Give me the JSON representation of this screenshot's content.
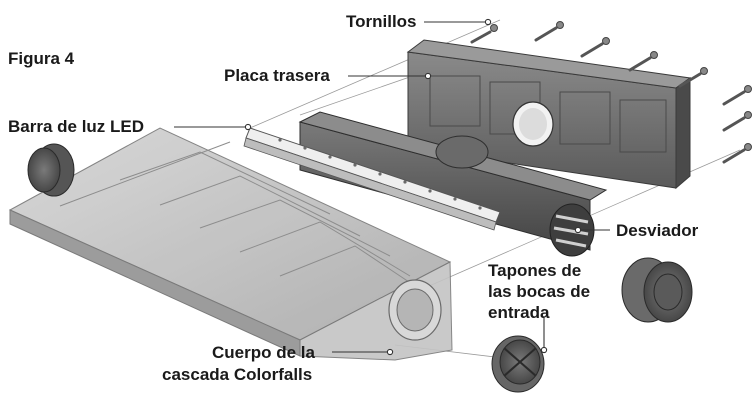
{
  "figure": {
    "title": "Figura 4",
    "labels": {
      "screws": "Tornillos",
      "back_plate": "Placa trasera",
      "led_bar": "Barra de luz LED",
      "diverter": "Desviador",
      "plugs_line1": "Tapones de",
      "plugs_line2": "las bocas de",
      "plugs_line3": "entrada",
      "body_line1": "Cuerpo de la",
      "body_line2": "cascada Colorfalls"
    }
  },
  "colors": {
    "plate": "#6d6d6d",
    "plate_dark": "#4f4f4f",
    "diverter": "#5e5e5e",
    "body": "#bdbdbd",
    "body_edge": "#8a8a8a",
    "led": "#efefef"
  },
  "parts": [
    "screw-icon",
    "back-plate",
    "led-bar",
    "diverter",
    "inlet-plug",
    "colorfalls-body"
  ]
}
